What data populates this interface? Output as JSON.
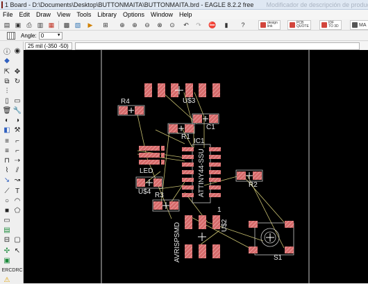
{
  "window": {
    "title": "1 Board - D:\\Documents\\Desktop\\BUTTONMAITA\\BUTTONMAITA.brd - EAGLE 8.2.2 free",
    "title_ghost": "Modificador de descripción de producción"
  },
  "menu": [
    "File",
    "Edit",
    "Draw",
    "View",
    "Tools",
    "Library",
    "Options",
    "Window",
    "Help"
  ],
  "toolbar": {
    "ads": [
      {
        "name": "design-link",
        "line1": "design",
        "line2": "link"
      },
      {
        "name": "pcb-quote",
        "line1": "PCB",
        "line2": "QUOTE"
      },
      {
        "name": "idf-to-3d",
        "line1": "IDF",
        "line2": "TO 3D"
      },
      {
        "name": "ma",
        "line1": "MA",
        "line2": ""
      }
    ]
  },
  "params": {
    "angle_label": "Angle:",
    "angle_value": "0"
  },
  "coords": {
    "readout": "25 mil (-350 -50)"
  },
  "board": {
    "labels": {
      "r4": "R4",
      "u3": "U$3",
      "c1": "C1",
      "r1": "R1",
      "ic1": "IC1",
      "attiny": "ATTINY44-SSU",
      "led": "LED",
      "u4": "U$4",
      "r3": "R3",
      "r2": "R2",
      "u2": "U$2",
      "pin1": "1",
      "avrisp": "AVRISPSMD",
      "s1": "S1"
    },
    "colors": {
      "background": "#000000",
      "pad": "#d56a6a",
      "outline": "#c8c8c8",
      "airwire": "#c8c070",
      "silk": "#e8e8e8"
    }
  }
}
